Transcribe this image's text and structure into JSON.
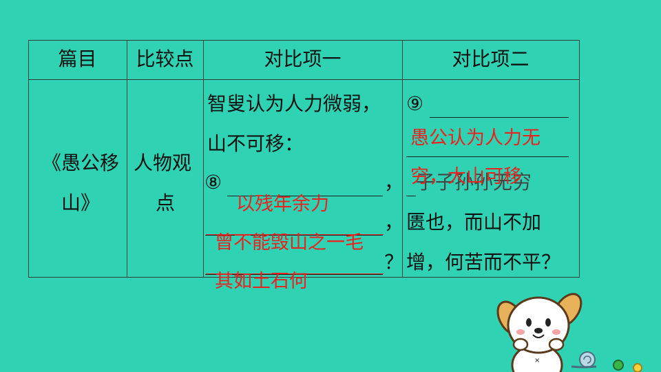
{
  "table": {
    "headers": [
      "篇目",
      "比较点",
      "对比项一",
      "对比项二"
    ],
    "row": {
      "title_line1": "《愚公移",
      "title_line2": "山》",
      "point_line1": "人物观",
      "point_line2": "点",
      "item1_line1": "智叟认为人力微弱，",
      "item1_line2": "山不可移：",
      "item1_mark": "⑧",
      "item1_comma1": "，",
      "item1_comma2": "，",
      "item1_q": "？",
      "item2_mark": "⑨",
      "item2_line3_tail": "子子孙孙无穷",
      "item2_line4": "匮也，而山不加",
      "item2_line5": "增，何苦而不平？"
    },
    "answers": {
      "blank8_line1": "以残年余力",
      "blank8_line2": "曾不能毁山之一毛",
      "blank8_line3": "其如土石何",
      "blank9_line1": "愚公认为人力无",
      "blank9_line2": "穷，大山可移"
    }
  },
  "colors": {
    "background": "#2fd3b3",
    "answer_red": "#e8231f",
    "text": "#111111",
    "border": "#3a3a3a"
  },
  "decoration": {
    "mascot": "puppy-with-snail-icon"
  }
}
